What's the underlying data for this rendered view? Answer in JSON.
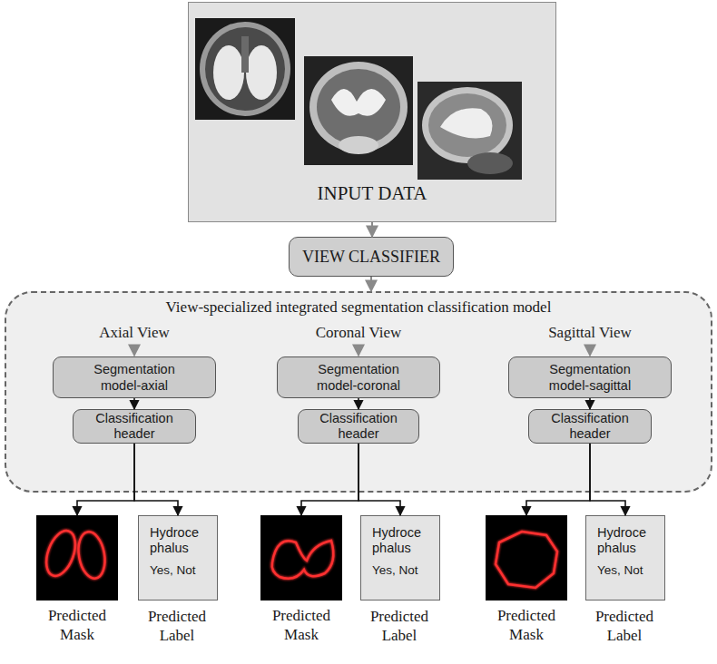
{
  "diagram": {
    "nodes": [
      {
        "text": [
          "INPUT DATA"
        ]
      },
      {
        "text": [
          "VIEW CLASSIFIER"
        ]
      },
      {
        "text": [
          "View-specialized integrated segmentation classification model"
        ]
      },
      {
        "text": [
          "Segmentation model-axial"
        ],
        "in": 2
      },
      {
        "text": [
          "Segmentation model-coronal"
        ],
        "in": 2
      },
      {
        "text": [
          "Segmentation model-sagittal"
        ],
        "in": 2
      },
      {
        "text": [
          "Classification header"
        ],
        "in": 2
      },
      {
        "text": [
          "Classification header"
        ],
        "in": 2
      },
      {
        "text": [
          "Classification header"
        ],
        "in": 2
      },
      {
        "text": [
          "Predicted Mask"
        ]
      },
      {
        "text": [
          "Hydroce phalus",
          "Yes, Not",
          "Predicted Label"
        ]
      },
      {
        "text": [
          "Predicted Mask"
        ]
      },
      {
        "text": [
          "Hydroce phalus",
          "Yes, Not",
          "Predicted Label"
        ]
      },
      {
        "text": [
          "Predicted Mask"
        ]
      },
      {
        "text": [
          "Hydroce phalus",
          "Yes, Not",
          "Predicted Label"
        ]
      }
    ],
    "edges": [
      {
        "from": 0,
        "to": 1,
        "arrow": "to"
      },
      {
        "from": 1,
        "to": 2,
        "arrow": "to"
      },
      {
        "from": 3,
        "to": 6,
        "arrow": "to"
      },
      {
        "from": 4,
        "to": 7,
        "arrow": "to"
      },
      {
        "from": 5,
        "to": 8,
        "arrow": "to"
      },
      {
        "from": 6,
        "to": 9,
        "arrow": "to"
      },
      {
        "from": 6,
        "to": 10,
        "arrow": "to"
      },
      {
        "from": 7,
        "to": 11,
        "arrow": "to"
      },
      {
        "from": 7,
        "to": 12,
        "arrow": "to"
      },
      {
        "from": 8,
        "to": 13,
        "arrow": "to"
      },
      {
        "from": 8,
        "to": 14,
        "arrow": "to"
      }
    ],
    "labels": [
      "Axial View",
      "Coronal View",
      "Sagittal View"
    ]
  }
}
